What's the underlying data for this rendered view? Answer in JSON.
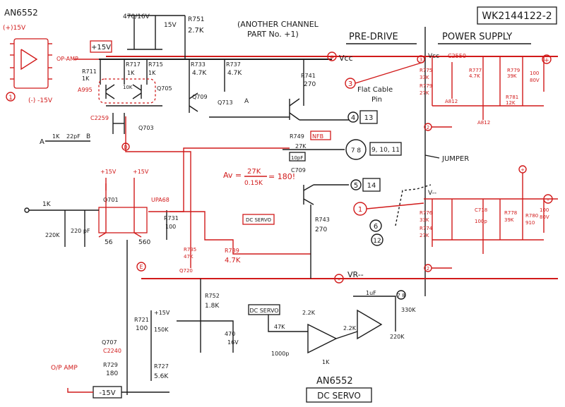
{
  "title_ref": "WK2144122-2",
  "sections": {
    "pre_drive": "PRE-DRIVE",
    "power_supply": "POWER SUPPLY"
  },
  "notes": {
    "another_channel": "(ANOTHER CHANNEL",
    "part_no": "PART No. +1)",
    "flat_cable_pin": "Flat Cable",
    "pin": "Pin",
    "jumper": "JUMPER",
    "op_amp_top": "OP-AMP",
    "op_amp_bottom": "O/P AMP"
  },
  "rails": {
    "vcc": "Vcc",
    "vee": "VR--",
    "vee_ps": "Vcc",
    "vee_ps2": "V--"
  },
  "supply_labels": {
    "plus15": "+15V",
    "minus15": "-15V",
    "plus15_small_a": "+15V",
    "plus15_small_b": "+15V",
    "plus15_servo": "+15V",
    "pm15_top": "(+)15V",
    "pm15_bottom": "(-) -15V"
  },
  "ic": {
    "part": "AN6552",
    "dc_servo_part": "AN6552",
    "dc_servo": "DC SERVO",
    "dc_servo_box": "DC SERVO",
    "pin1": "1",
    "pin8": "8"
  },
  "gain": {
    "av": "Av =",
    "num": "27K",
    "den": "0.15K",
    "result": "= 180!"
  },
  "transistors": {
    "a995": "A995",
    "q705": "Q705",
    "c2259": "C2259",
    "q703": "Q703",
    "q701": "Q701",
    "upa68": "UPA68",
    "q709": "Q709",
    "q713": "Q713",
    "q707": "Q707",
    "c2240": "C2240",
    "q720": "Q720",
    "a812": "A812",
    "a812b": "A812",
    "b": "B"
  },
  "resistors": {
    "r751": "R751",
    "r751v": "2.7K",
    "r717": "R717",
    "r717v": "1K",
    "r715": "R715",
    "r715v": "1K",
    "r711": "R711",
    "r711v": "1K",
    "r733": "R733",
    "r733v": "4.7K",
    "r737": "R737",
    "r737v": "4.7K",
    "r741": "R741",
    "r741v": "270",
    "r749": "R749",
    "r749v": "27K",
    "nfb": "NFB",
    "r743": "R743",
    "r743v": "270",
    "r731": "R731",
    "r731v": "100",
    "r739": "R739",
    "r739v": "4.7K",
    "r735": "R735",
    "r735v": "47K",
    "r752": "R752",
    "r752v": "1.8K",
    "r721": "R721",
    "r721v": "100",
    "r729": "R729",
    "r729v": "180",
    "r727": "R727",
    "r727v": "5.6K",
    "r150k": "150K",
    "r10k": "10K",
    "r1k_in": "1K",
    "r220k": "220K",
    "r56a": "56",
    "r560": "560",
    "r775": "R775",
    "r775v": "33K",
    "r779": "R779",
    "r779v": "27K",
    "r777": "R777",
    "r777v": "4.7K",
    "r779b": "R779",
    "r779bv": "39K",
    "r781": "R781",
    "r781v": "12K",
    "r776": "R776",
    "r776v": "33K",
    "r774": "R774",
    "r774v": "27K",
    "r778": "R778",
    "r778v": "39K",
    "r780": "R780",
    "r780v": "910",
    "r2_2k": "2.2K",
    "r47k": "47K",
    "r2_2kb": "2.2K",
    "r330k": "330K",
    "r220k_b": "220K",
    "r1k_b": "1K"
  },
  "capacitors": {
    "c470": "470/16V",
    "c15v": "15V",
    "c22pf": "22pF",
    "c220pf": "220 pF",
    "c10pf": "10pF",
    "c709": "C709",
    "c470_16": "470",
    "c16v": "16V",
    "c1uf": "1uF",
    "c1000p": "1000p",
    "c100": "100",
    "c80v": "80V",
    "c1000pb": "100p",
    "c2550": "C2550",
    "c718": "C718"
  },
  "pins": {
    "p3": "3",
    "p4": "4",
    "p13": "13",
    "p78": "7 8",
    "p91011": "9, 10, 11",
    "p5": "5",
    "p14": "14",
    "p1": "1",
    "p6": "6",
    "p12": "12",
    "p2": "2",
    "p7": "7",
    "p8": "8",
    "p3b": "3",
    "p2b": "2",
    "pE": "E",
    "pD": "D",
    "pA": "A",
    "pplus": "+",
    "pminus": "-"
  },
  "input": {
    "a": "A",
    "r1k": "1K",
    "c22p": "22pF",
    "b": "B"
  }
}
